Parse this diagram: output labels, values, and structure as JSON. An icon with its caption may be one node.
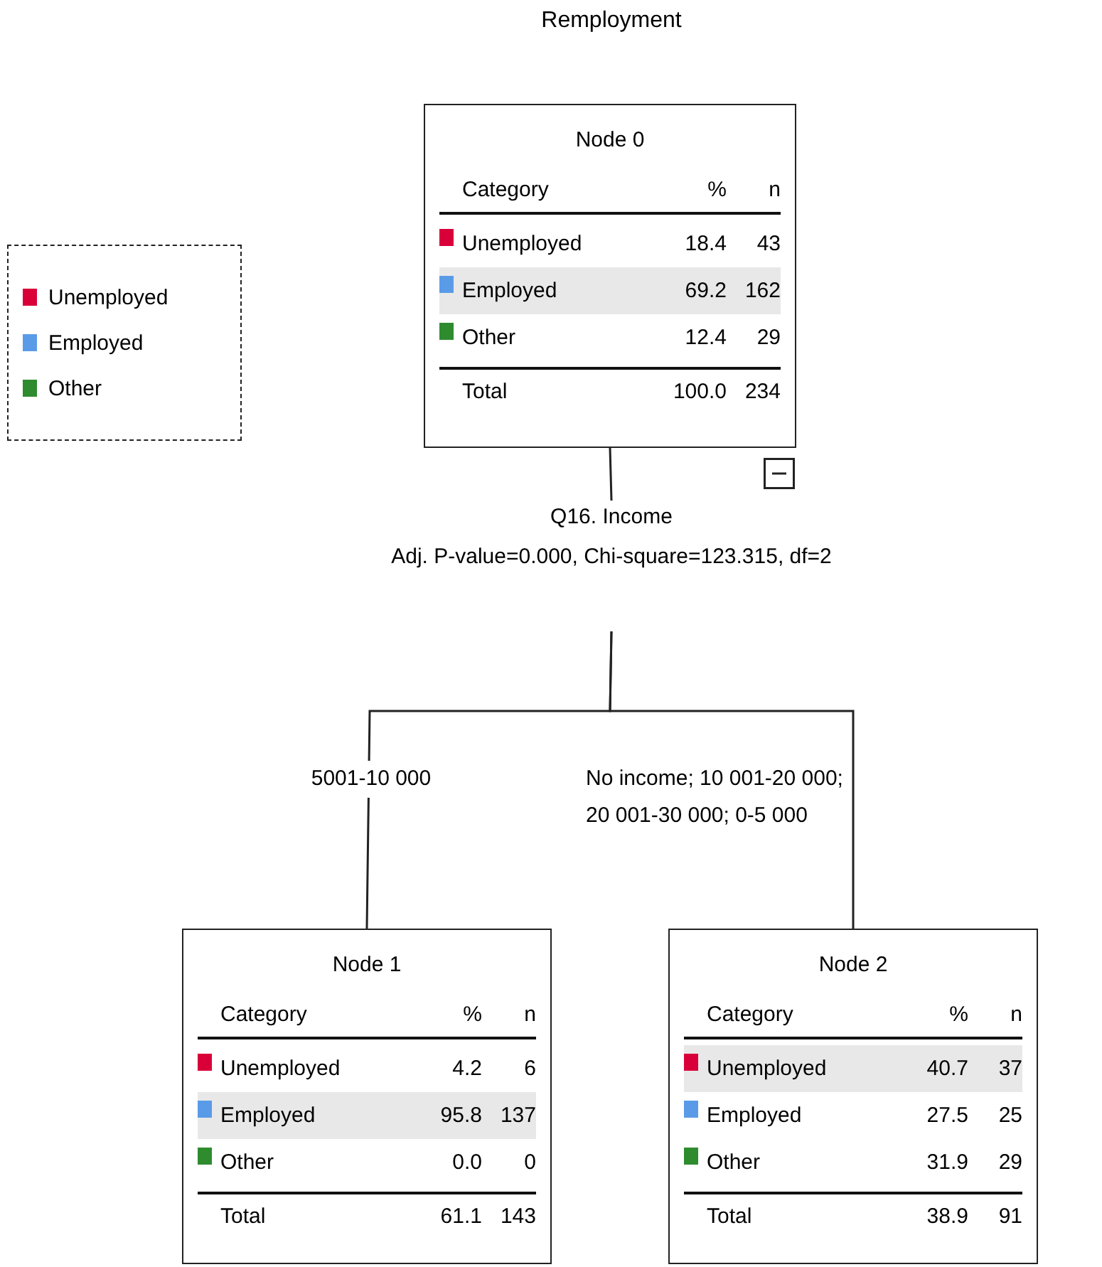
{
  "diagram": {
    "title": "Remployment",
    "nodes": [
      {
        "text": [
          "Node 0",
          "Category",
          "%",
          "n",
          "Unemployed",
          "18.4",
          "43",
          "Employed",
          "69.2",
          "162",
          "Other",
          "12.4",
          "29",
          "Total",
          "100.0",
          "234"
        ]
      },
      {
        "text": [
          "Q16. Income",
          "Adj. P-value=0.000, Chi-square=123.315, df=2"
        ]
      },
      {
        "text": [
          "Node 1",
          "Category",
          "%",
          "n",
          "Unemployed",
          "4.2",
          "6",
          "Employed",
          "95.8",
          "137",
          "Other",
          "0.0",
          "0",
          "Total",
          "61.1",
          "143"
        ]
      },
      {
        "text": [
          "Node 2",
          "Category",
          "%",
          "n",
          "Unemployed",
          "40.7",
          "37",
          "Employed",
          "27.5",
          "25",
          "Other",
          "31.9",
          "29",
          "Total",
          "38.9",
          "91"
        ]
      }
    ],
    "edges": [
      {
        "from": 0,
        "to": 1,
        "arrow": "none"
      },
      {
        "from": 1,
        "to": 2,
        "arrow": "none",
        "label": "5001-10 000"
      },
      {
        "from": 1,
        "to": 3,
        "arrow": "none",
        "label": "No income; 10 001-20 000; 20 001-30 000; 0-5 000"
      }
    ],
    "legend": [
      {
        "text": "Unemployed",
        "color": "#d9003a"
      },
      {
        "text": "Employed",
        "color": "#5a9be8"
      },
      {
        "text": "Other",
        "color": "#2e8b2e"
      }
    ]
  }
}
